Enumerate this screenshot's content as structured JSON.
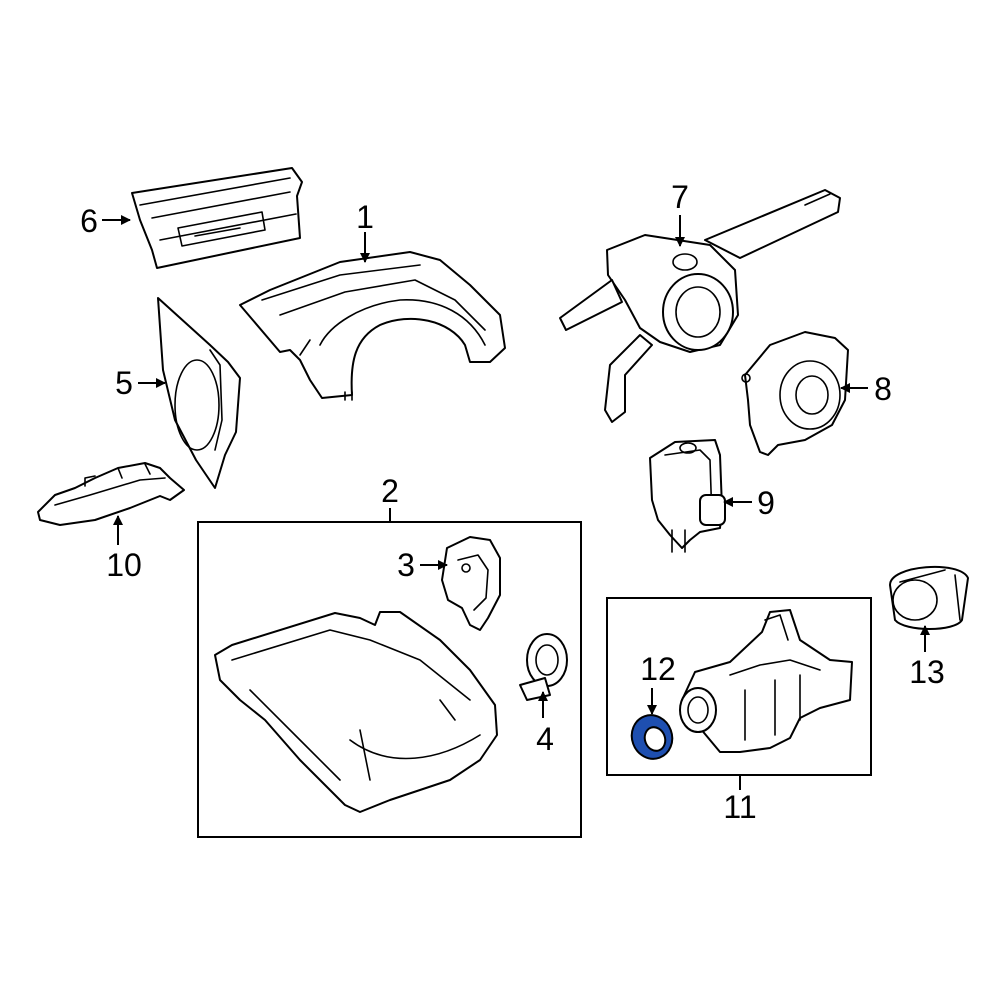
{
  "highlight_color": "#1e4fb0",
  "callouts": [
    {
      "id": "1",
      "label": "1"
    },
    {
      "id": "2",
      "label": "2"
    },
    {
      "id": "3",
      "label": "3"
    },
    {
      "id": "4",
      "label": "4"
    },
    {
      "id": "5",
      "label": "5"
    },
    {
      "id": "6",
      "label": "6"
    },
    {
      "id": "7",
      "label": "7"
    },
    {
      "id": "8",
      "label": "8"
    },
    {
      "id": "9",
      "label": "9"
    },
    {
      "id": "10",
      "label": "10"
    },
    {
      "id": "11",
      "label": "11"
    },
    {
      "id": "12",
      "label": "12"
    },
    {
      "id": "13",
      "label": "13"
    }
  ],
  "highlighted_callout": "12"
}
